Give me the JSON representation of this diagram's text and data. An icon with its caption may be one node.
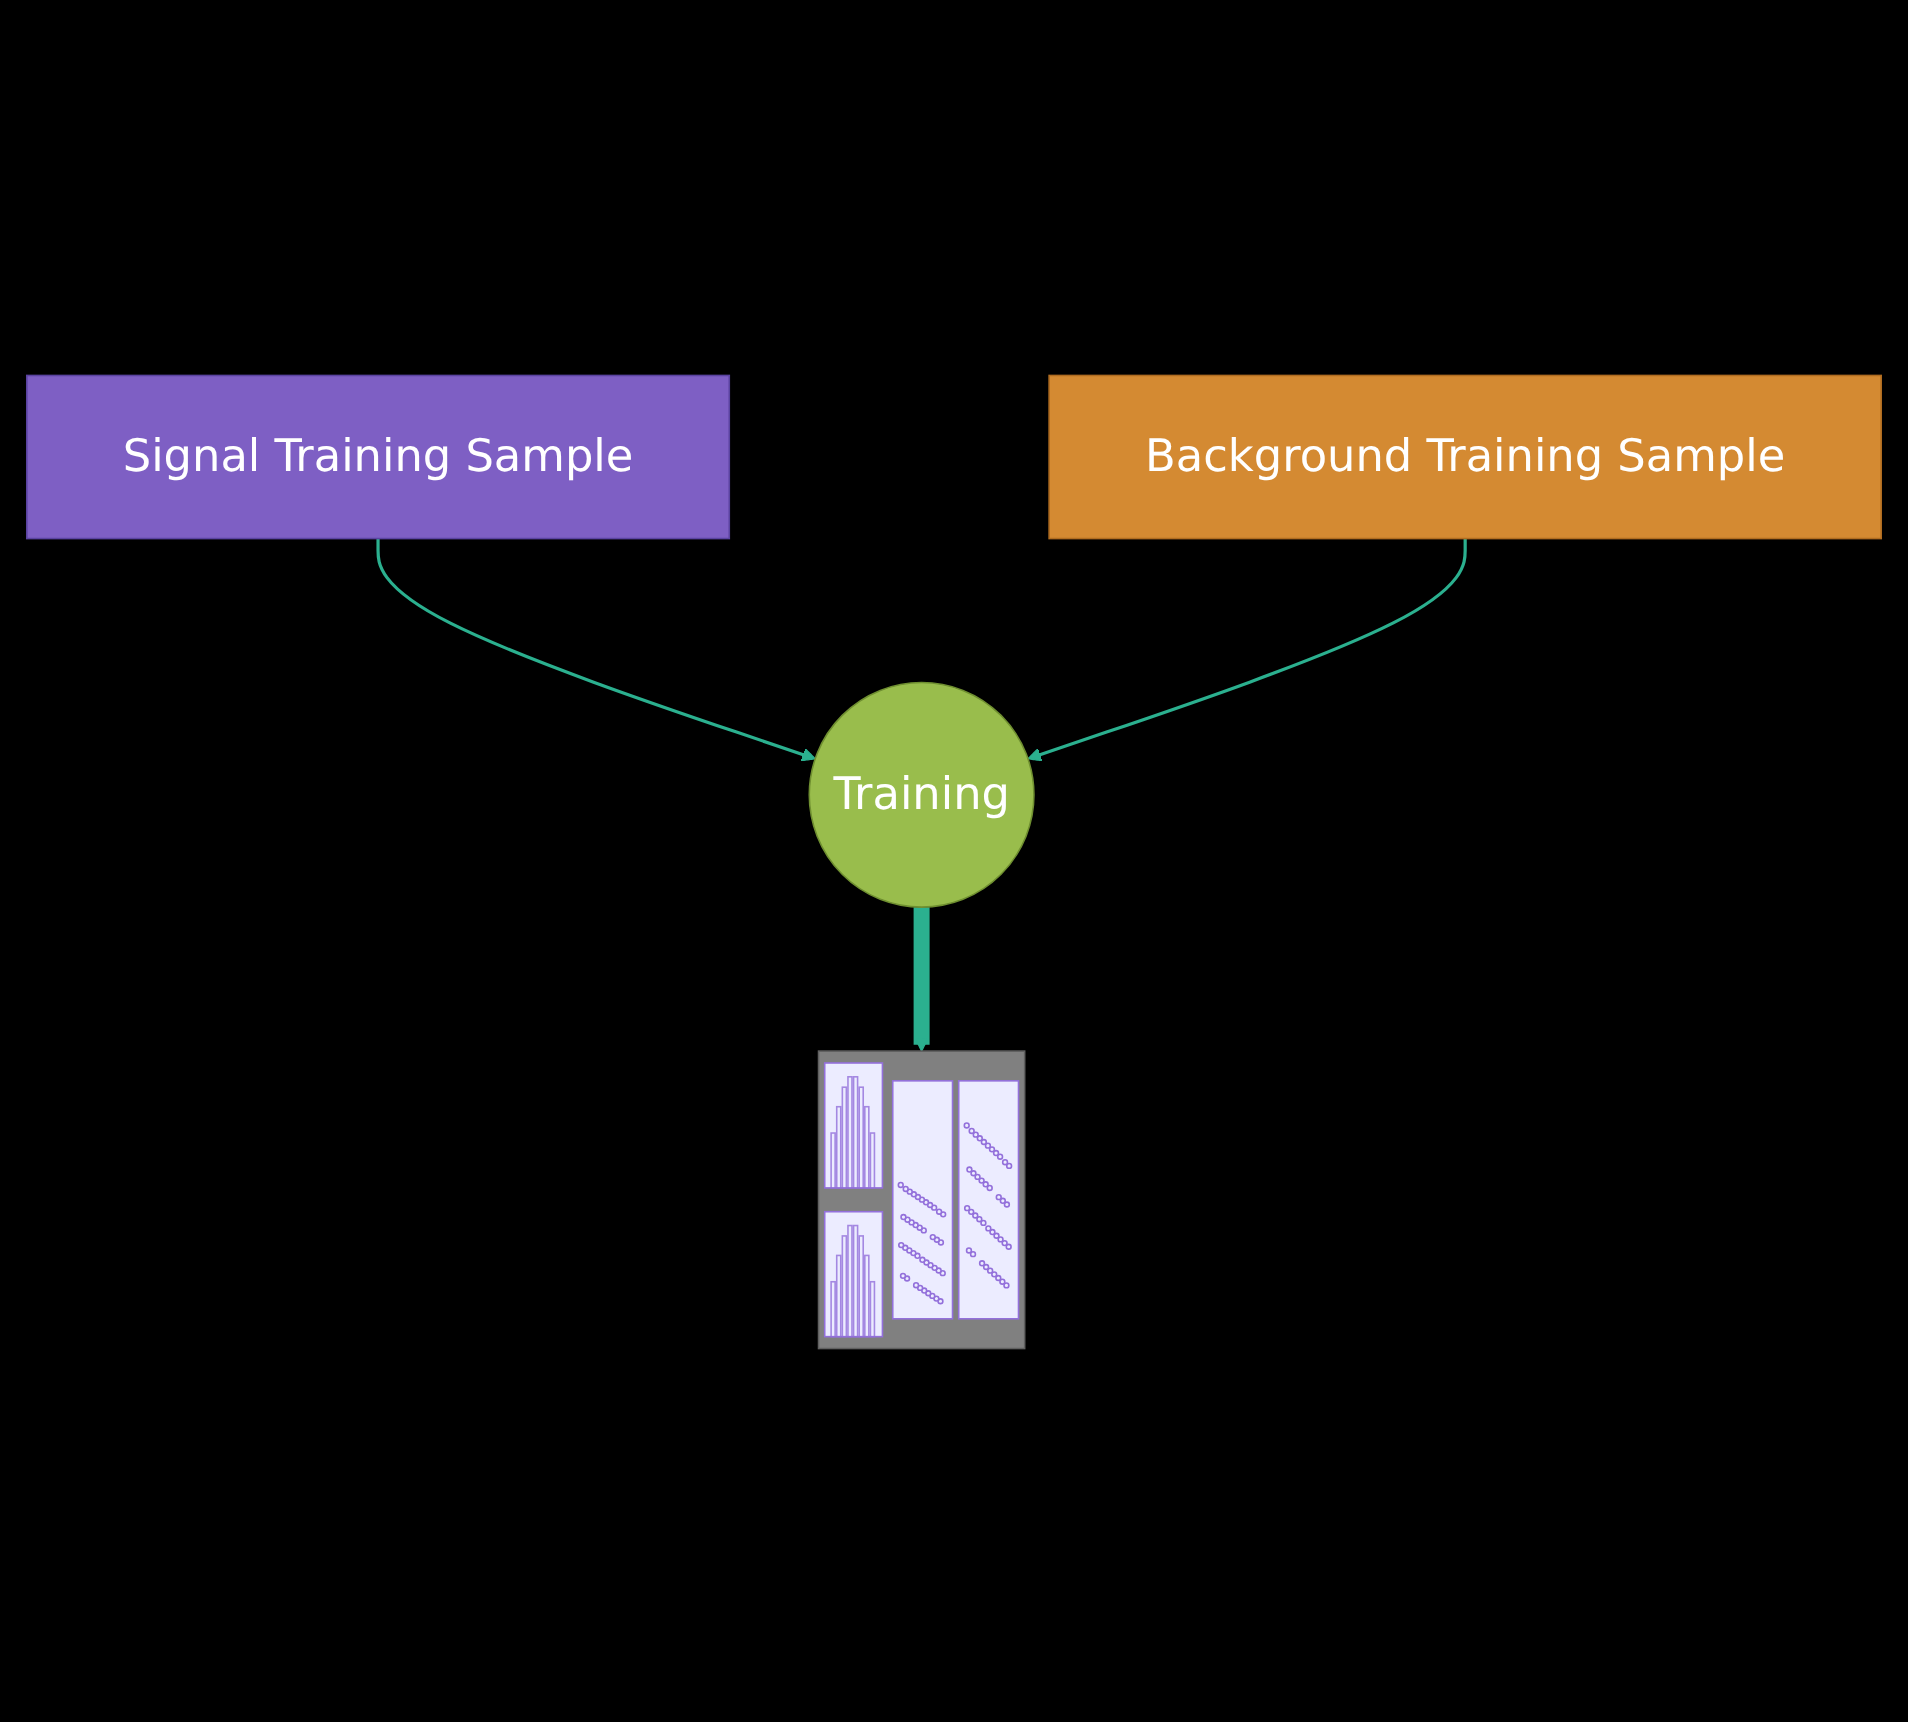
{
  "diagram": {
    "nodes": [
      {
        "text": [
          "Signal Training Sample"
        ]
      },
      {
        "text": [
          "Background Training Sample"
        ]
      },
      {
        "text": [
          "Training"
        ]
      },
      {
        "text": [],
        "shape": "picture"
      }
    ],
    "edges": [
      {
        "from": 0,
        "to": 2,
        "arrow": "to"
      },
      {
        "from": 1,
        "to": 2,
        "arrow": "to"
      },
      {
        "from": 2,
        "to": 3,
        "arrow": "to",
        "style": "thick"
      }
    ]
  }
}
